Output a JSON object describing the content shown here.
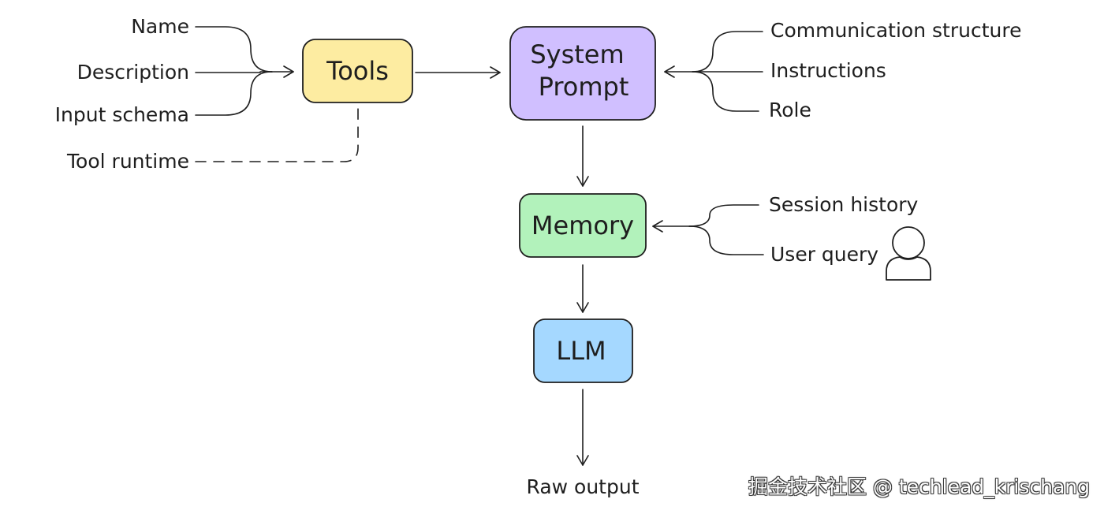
{
  "nodes": {
    "tools": {
      "label": "Tools",
      "fill": "#fdeca1"
    },
    "system_prompt": {
      "line1": "System",
      "line2": "Prompt",
      "fill": "#d0bfff"
    },
    "memory": {
      "label": "Memory",
      "fill": "#b2f2bb"
    },
    "llm": {
      "label": "LLM",
      "fill": "#a5d8ff"
    }
  },
  "tool_inputs": {
    "name": "Name",
    "description": "Description",
    "input_schema": "Input schema",
    "tool_runtime": "Tool runtime"
  },
  "prompt_inputs": {
    "communication_structure": "Communication structure",
    "instructions": "Instructions",
    "role": "Role"
  },
  "memory_inputs": {
    "session_history": "Session history",
    "user_query": "User query"
  },
  "output": {
    "raw_output": "Raw output"
  },
  "watermark": "掘金技术社区 @ techlead_krischang",
  "colors": {
    "ink": "#1e1e1e",
    "tool_runtime": "#e8590c"
  },
  "icons": {
    "user": "user-icon"
  }
}
